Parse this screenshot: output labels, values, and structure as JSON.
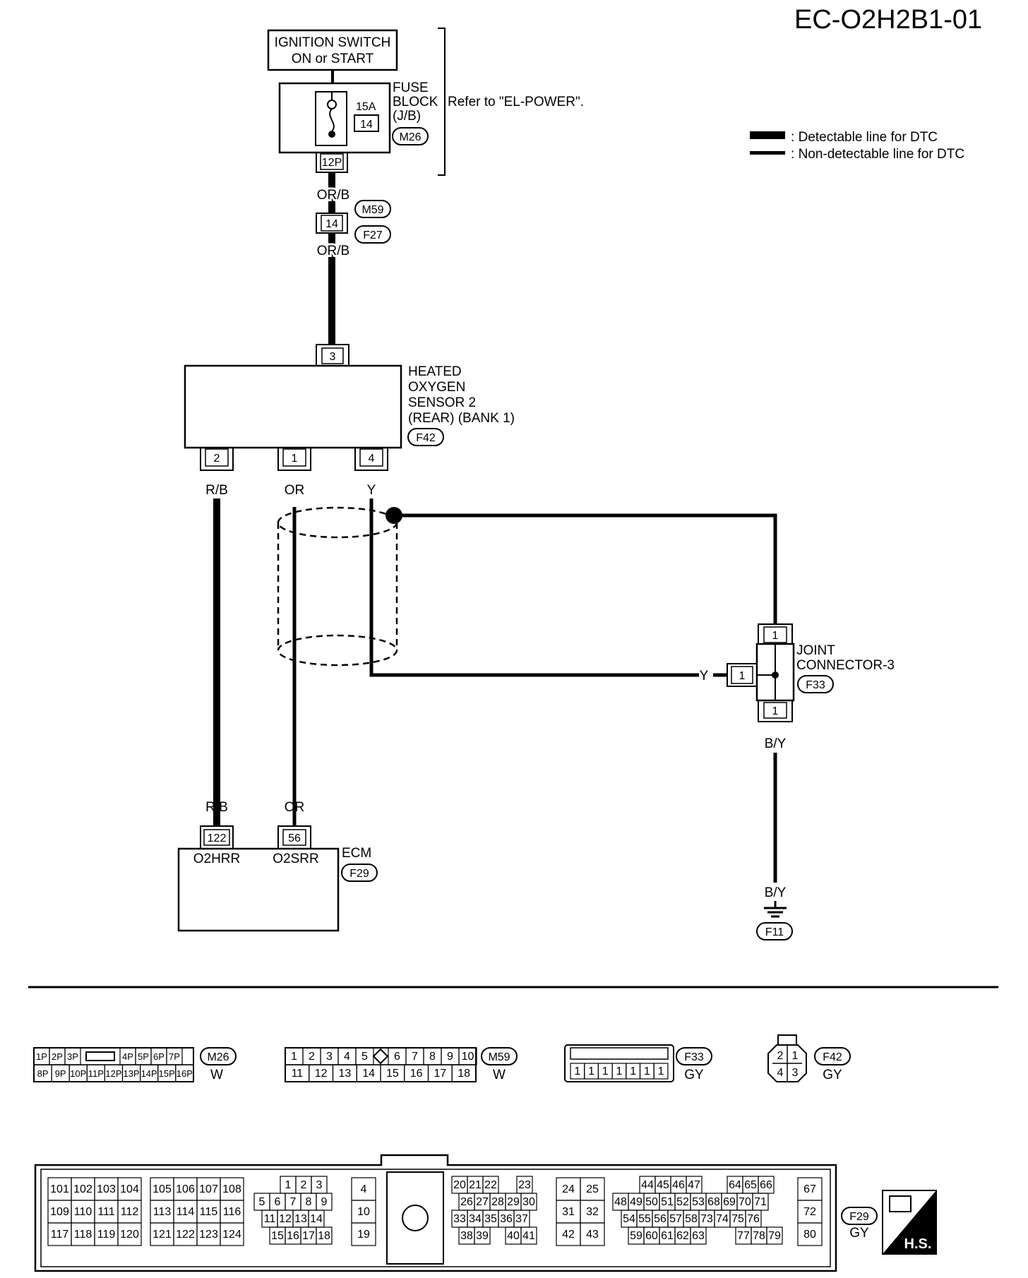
{
  "page_code": "EC-O2H2B1-01",
  "legend": {
    "detectable": "Detectable line for DTC",
    "non_detectable": "Non-detectable line for DTC"
  },
  "ignition_switch": {
    "line1": "IGNITION SWITCH",
    "line2": "ON or START"
  },
  "fuse_block": {
    "line1": "FUSE",
    "line2": "BLOCK",
    "line3": "(J/B)",
    "rating": "15A",
    "fuse_no": "14",
    "connector": "M26",
    "pin": "12P",
    "refer_note": "Refer to \"EL-POWER\"."
  },
  "harness_connector": {
    "pin": "14",
    "connector_top": "M59",
    "connector_bottom": "F27"
  },
  "wires": {
    "or_b": "OR/B",
    "r_b": "R/B",
    "or": "OR",
    "y": "Y",
    "b_y": "B/Y"
  },
  "sensor": {
    "line1": "HEATED",
    "line2": "OXYGEN",
    "line3": "SENSOR 2",
    "line4": "(REAR) (BANK 1)",
    "connector": "F42",
    "pin_power": "3",
    "pin_heater": "2",
    "pin_signal": "1",
    "pin_ground": "4"
  },
  "joint_connector": {
    "line1": "JOINT",
    "line2": "CONNECTOR-3",
    "connector": "F33",
    "pin_top": "1",
    "pin_left": "1",
    "pin_bottom": "1"
  },
  "ecm": {
    "label": "ECM",
    "connector": "F29",
    "pin_heater": "122",
    "pin_signal": "56",
    "term_heater": "O2HRR",
    "term_signal": "O2SRR"
  },
  "ground": {
    "connector": "F11"
  },
  "connector_views": {
    "m26": {
      "code": "M26",
      "color": "W",
      "row1": [
        "1P",
        "2P",
        "3P",
        "4P",
        "5P",
        "6P",
        "7P"
      ],
      "row2": [
        "8P",
        "9P",
        "10P",
        "11P",
        "12P",
        "13P",
        "14P",
        "15P",
        "16P"
      ]
    },
    "m59": {
      "code": "M59",
      "color": "W",
      "row1": [
        "1",
        "2",
        "3",
        "4",
        "5",
        "6",
        "7",
        "8",
        "9",
        "10"
      ],
      "row2": [
        "11",
        "12",
        "13",
        "14",
        "15",
        "16",
        "17",
        "18"
      ]
    },
    "f33": {
      "code": "F33",
      "color": "GY",
      "row1": [
        "1",
        "1",
        "1",
        "1",
        "1",
        "1",
        "1"
      ]
    },
    "f42": {
      "code": "F42",
      "color": "GY",
      "pins": [
        "2",
        "1",
        "4",
        "3"
      ]
    },
    "f29": {
      "code": "F29",
      "color": "GY",
      "hs": "H.S.",
      "g1": [
        "101",
        "102",
        "103",
        "104",
        "109",
        "110",
        "111",
        "112",
        "117",
        "118",
        "119",
        "120"
      ],
      "g2": [
        "105",
        "106",
        "107",
        "108",
        "113",
        "114",
        "115",
        "116",
        "121",
        "122",
        "123",
        "124"
      ],
      "g3_r1": [
        "1",
        "2",
        "3"
      ],
      "g3_r2": [
        "5",
        "6",
        "7",
        "8",
        "9"
      ],
      "g3_r3": [
        "11",
        "12",
        "13",
        "14"
      ],
      "g3_r4": [
        "15",
        "16",
        "17",
        "18"
      ],
      "g4": [
        "4",
        "10",
        "19"
      ],
      "g5_r1": [
        "20",
        "21",
        "22",
        "23"
      ],
      "g5_r2": [
        "26",
        "27",
        "28",
        "29",
        "30"
      ],
      "g5_r3": [
        "33",
        "34",
        "35",
        "36",
        "37"
      ],
      "g5_r4": [
        "38",
        "39",
        "40",
        "41"
      ],
      "g6": [
        "24",
        "25",
        "31",
        "32",
        "42",
        "43"
      ],
      "g7_r1": [
        "44",
        "45",
        "46",
        "47",
        "64",
        "65",
        "66"
      ],
      "g7_r2": [
        "48",
        "49",
        "50",
        "51",
        "52",
        "53",
        "68",
        "69",
        "70",
        "71"
      ],
      "g7_r3": [
        "54",
        "55",
        "56",
        "57",
        "58",
        "73",
        "74",
        "75",
        "76"
      ],
      "g7_r4": [
        "59",
        "60",
        "61",
        "62",
        "63",
        "77",
        "78",
        "79"
      ],
      "g8": [
        "67",
        "72",
        "80"
      ]
    }
  }
}
